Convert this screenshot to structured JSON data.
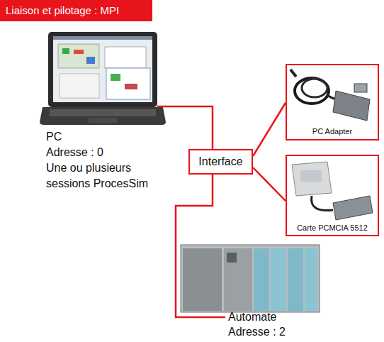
{
  "diagram": {
    "title": "Liaison et pilotage : MPI",
    "nodes": [
      {
        "text": [
          "PC",
          "Adresse : 0",
          "Une ou plusieurs sessions ProcesSim"
        ]
      },
      {
        "text": [
          "Interface"
        ]
      },
      {
        "text": [
          "PC Adapter"
        ]
      },
      {
        "text": [
          "Carte PCMCIA 5512"
        ]
      },
      {
        "text": [
          "Automate",
          "Adresse : 2"
        ]
      }
    ],
    "edges": [
      {
        "from": 0,
        "to": 1,
        "arrow": "none"
      },
      {
        "from": 1,
        "to": 2,
        "arrow": "none"
      },
      {
        "from": 1,
        "to": 3,
        "arrow": "none"
      },
      {
        "from": 1,
        "to": 4,
        "arrow": "none"
      }
    ]
  }
}
